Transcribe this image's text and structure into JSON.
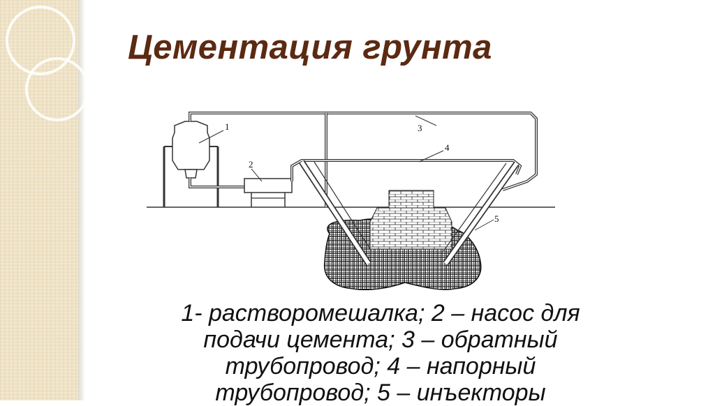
{
  "slide": {
    "title": "Цементация грунта"
  },
  "diagram": {
    "labels": [
      "1",
      "2",
      "3",
      "4",
      "5"
    ]
  },
  "caption": {
    "lines": [
      "1- растворомешалка; 2 – насос для",
      "подачи цемента; 3 – обратный",
      "трубопровод; 4 – напорный",
      "трубопровод; 5 – инъекторы"
    ]
  },
  "colors": {
    "title": "#5b2a12",
    "strip": "#efe3c6",
    "line": "#333333"
  }
}
